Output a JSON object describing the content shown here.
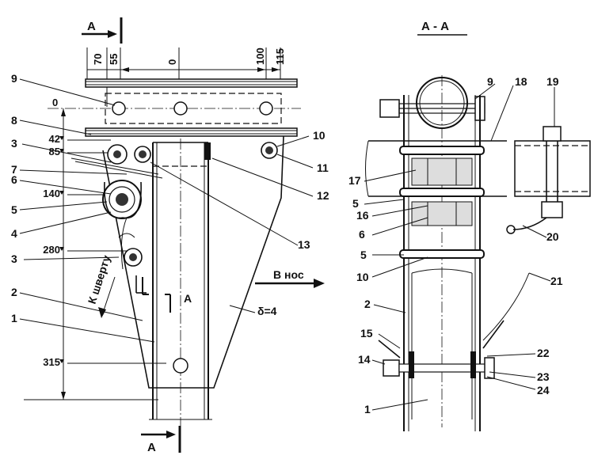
{
  "left_view": {
    "section_marker_top": "A",
    "section_marker_bottom": "A",
    "section_marker_mid": "A",
    "dims_top": {
      "d70": "70",
      "d55": "55",
      "d0": "0",
      "d100": "100",
      "d115": "115"
    },
    "dims_left": {
      "d0": "0",
      "d42": "42",
      "d85": "85",
      "d140": "140",
      "d280": "280",
      "d315": "315"
    },
    "callouts": [
      "9",
      "8",
      "3",
      "7",
      "6",
      "5",
      "4",
      "3",
      "2",
      "1",
      "10",
      "11",
      "12",
      "13"
    ],
    "direction_stern": "К шверту",
    "direction_nose": "В нос",
    "thickness": "δ=4"
  },
  "right_view": {
    "title": "А - А",
    "callouts": [
      "9",
      "19",
      "18",
      "17",
      "5",
      "16",
      "6",
      "5",
      "10",
      "20",
      "21",
      "2",
      "15",
      "14",
      "22",
      "23",
      "24",
      "1"
    ]
  }
}
